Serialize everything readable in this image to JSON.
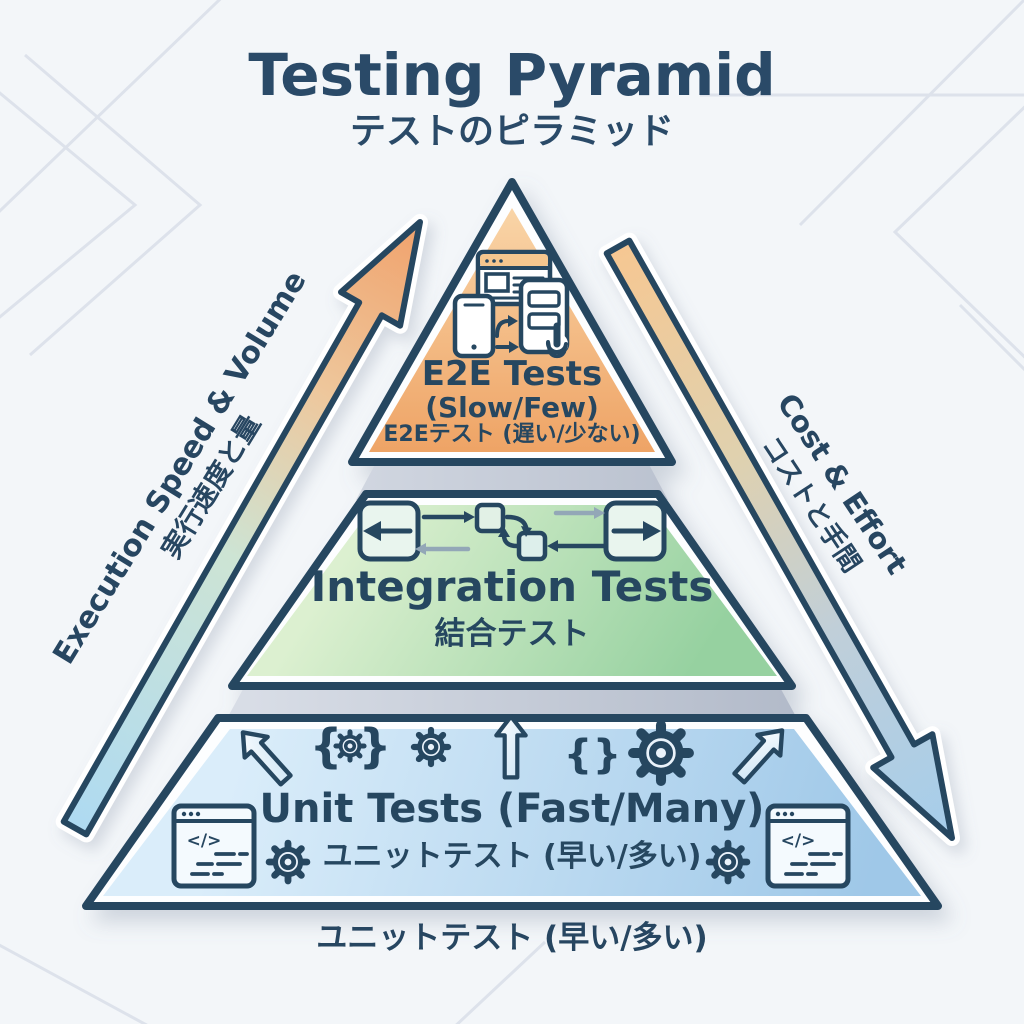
{
  "page_title": "Testing Pyramid",
  "subtitle_ja": "テストのピラミッド",
  "left_axis": {
    "label": "Execution Speed & Volume",
    "label_ja": "実行速度と量",
    "direction": "up"
  },
  "right_axis": {
    "label": "Cost & Effort",
    "label_ja": "コストと手間",
    "direction": "down"
  },
  "tiers": [
    {
      "id": "e2e-tests",
      "label": "E2E Tests",
      "qualifier": "(Slow/Few)",
      "label_ja": "E2Eテスト (遅い/少ない)",
      "fill_top": "#f8d0a2",
      "fill_bottom": "#efa468",
      "icons": [
        "browser-window-icon",
        "smartphone-icon",
        "mobile-tap-icon",
        "flow-arrow-icon"
      ]
    },
    {
      "id": "integration-tests",
      "label": "Integration Tests",
      "label_ja": "結合テスト",
      "fill_top": "#d7edcd",
      "fill_bottom": "#9ad2a2",
      "icons": [
        "module-box-left-icon",
        "module-box-right-icon",
        "data-flow-arrows-icon"
      ]
    },
    {
      "id": "unit-tests",
      "label": "Unit Tests (Fast/Many)",
      "label_ja": "ユニットテスト (早い/多い)",
      "fill_top": "#d8ebf9",
      "fill_bottom": "#a4cbe9",
      "icons": [
        "up-left-arrow-icon",
        "braces-gear-icon",
        "gear-icon",
        "up-arrow-icon",
        "braces-icon",
        "large-gear-icon",
        "up-right-arrow-icon",
        "code-window-icon"
      ]
    }
  ],
  "caption_ja": "ユニットテスト (早い/多い)",
  "glyphs": {
    "open_brace": "{",
    "close_brace": "}",
    "code_tag": "</>"
  },
  "colors": {
    "navy": "#274661",
    "background": "#f3f6f9",
    "divider_gray": "#bcc3d0",
    "left_arrow_start": "#aedaf2",
    "left_arrow_end": "#f0a26c",
    "right_arrow_start": "#f6c792",
    "right_arrow_end": "#a5cdeb",
    "gray_arrow": "#93a7b7"
  }
}
